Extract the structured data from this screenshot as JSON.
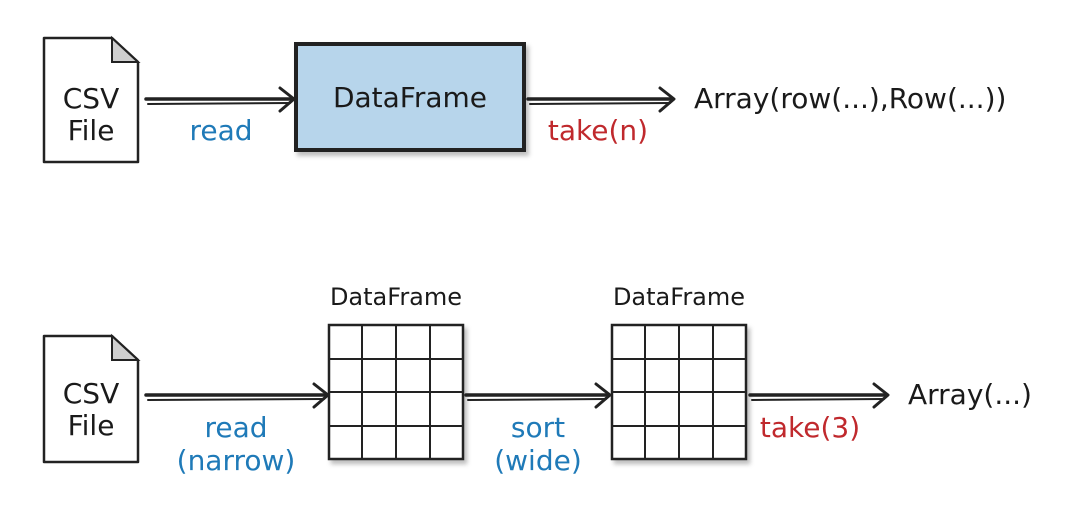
{
  "row1": {
    "source_label": [
      "CSV",
      "File"
    ],
    "read_label": "read",
    "box_label": "DataFrame",
    "take_label": "take(n)",
    "result_label": "Array(row(...),Row(...))",
    "colors": {
      "box_fill": "#b7d5eb",
      "read": "#1f7ab8",
      "take": "#c0292d",
      "ink": "#222222"
    }
  },
  "row2": {
    "source_label": [
      "CSV",
      "File"
    ],
    "read_label": [
      "read",
      "(narrow)"
    ],
    "df1_label": "DataFrame",
    "sort_label": [
      "sort",
      "(wide)"
    ],
    "df2_label": "DataFrame",
    "take_label": "take(3)",
    "result_label": "Array(...)"
  }
}
